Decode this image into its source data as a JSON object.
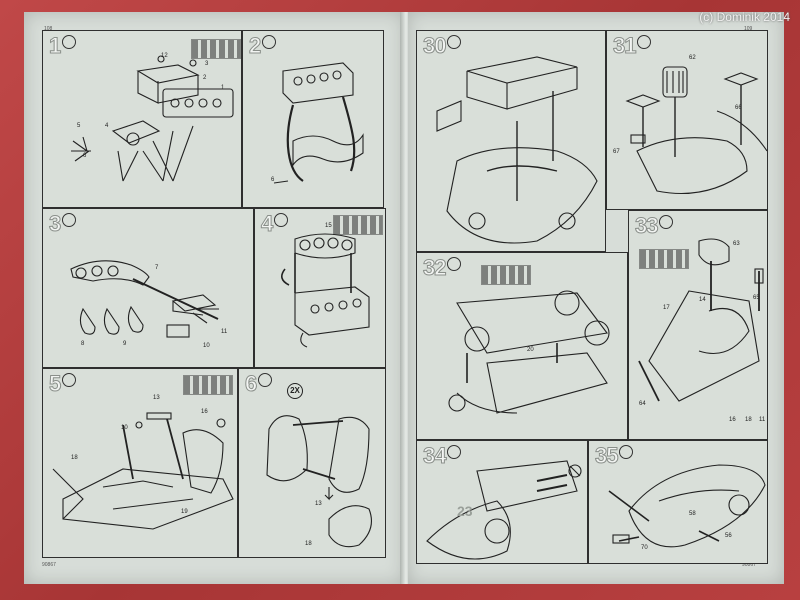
{
  "watermark": "(c) Dominik 2014",
  "folio": {
    "left_top": "108",
    "left_bottom": "90867",
    "right_top": "109",
    "right_bottom": "90867"
  },
  "steps_left": [
    {
      "id": "1",
      "parts": [
        "12",
        "3",
        "1",
        "2",
        "4",
        "5",
        "6"
      ]
    },
    {
      "id": "2",
      "parts": [
        "6"
      ]
    },
    {
      "id": "3",
      "parts": [
        "7",
        "8",
        "9",
        "10",
        "11"
      ]
    },
    {
      "id": "4",
      "parts": [
        "15"
      ]
    },
    {
      "id": "5",
      "parts": [
        "13",
        "10",
        "16",
        "18",
        "19"
      ]
    },
    {
      "id": "6",
      "badge": "2X",
      "parts": [
        "13",
        "18"
      ]
    }
  ],
  "steps_right": [
    {
      "id": "30",
      "parts": []
    },
    {
      "id": "31",
      "parts": [
        "62",
        "66",
        "67"
      ]
    },
    {
      "id": "32",
      "parts": [
        "20"
      ]
    },
    {
      "id": "33",
      "parts": [
        "63",
        "17",
        "14",
        "65",
        "64",
        "16",
        "18",
        "11"
      ]
    },
    {
      "id": "34",
      "parts": [
        "23"
      ]
    },
    {
      "id": "35",
      "parts": [
        "58",
        "56",
        "70"
      ]
    }
  ]
}
